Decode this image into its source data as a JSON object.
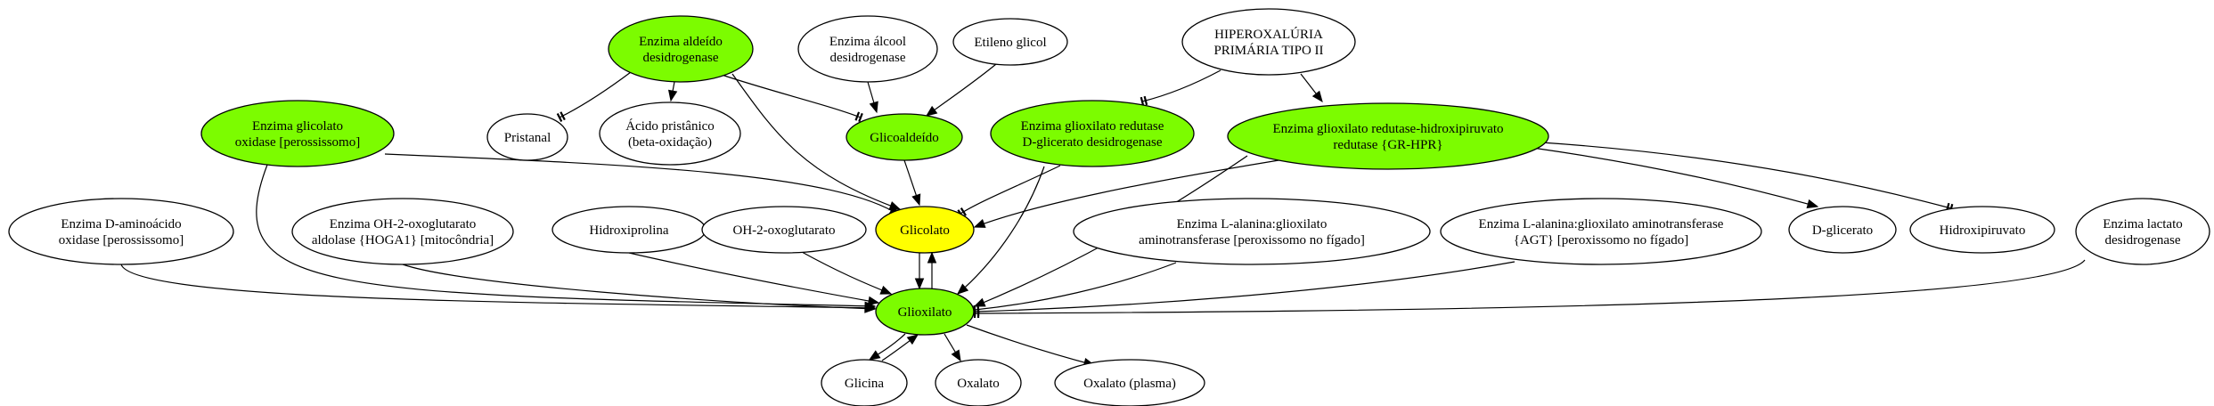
{
  "colors": {
    "highlight_green": "#7cfc00",
    "highlight_yellow": "#ffff00",
    "default_fill": "#ffffff",
    "stroke": "#000000"
  },
  "nodes": [
    {
      "id": "aldeido",
      "lines": [
        "Enzima aldeído",
        "desidrogenase"
      ],
      "fill": "green"
    },
    {
      "id": "alcool",
      "lines": [
        "Enzima álcool",
        "desidrogenase"
      ],
      "fill": "white"
    },
    {
      "id": "etileno",
      "lines": [
        "Etileno glicol"
      ],
      "fill": "white"
    },
    {
      "id": "hiperox",
      "lines": [
        "HIPEROXALÚRIA",
        "PRIMÁRIA TIPO II"
      ],
      "fill": "white"
    },
    {
      "id": "glicolato_oxidase",
      "lines": [
        "Enzima glicolato",
        "oxidase [perossissomo]"
      ],
      "fill": "green"
    },
    {
      "id": "pristanal",
      "lines": [
        "Pristanal"
      ],
      "fill": "white"
    },
    {
      "id": "pristanico",
      "lines": [
        "Ácido pristânico",
        "(beta-oxidação)"
      ],
      "fill": "white"
    },
    {
      "id": "glicoaldeido",
      "lines": [
        "Glicoaldeído"
      ],
      "fill": "green"
    },
    {
      "id": "gr_dgd",
      "lines": [
        "Enzima glioxilato redutase",
        "D-glicerato desidrogenase"
      ],
      "fill": "green"
    },
    {
      "id": "gr_hpr",
      "lines": [
        "Enzima glioxilato redutase-hidroxipiruvato",
        "redutase {GR-HPR}"
      ],
      "fill": "green"
    },
    {
      "id": "damino",
      "lines": [
        "Enzima D-aminoácido",
        "oxidase [perossissomo]"
      ],
      "fill": "white"
    },
    {
      "id": "hoga1",
      "lines": [
        "Enzima OH-2-oxoglutarato",
        "aldolase {HOGA1} [mitocôndria]"
      ],
      "fill": "white"
    },
    {
      "id": "hidroxiprolina",
      "lines": [
        "Hidroxiprolina"
      ],
      "fill": "white"
    },
    {
      "id": "oh2oxo",
      "lines": [
        "OH-2-oxoglutarato"
      ],
      "fill": "white"
    },
    {
      "id": "glicolato",
      "lines": [
        "Glicolato"
      ],
      "fill": "yellow"
    },
    {
      "id": "lalanina1",
      "lines": [
        "Enzima L-alanina:glioxilato",
        "aminotransferase [peroxissomo no fígado]"
      ],
      "fill": "white"
    },
    {
      "id": "agt",
      "lines": [
        "Enzima L-alanina:glioxilato aminotransferase",
        "{AGT} [peroxissomo no fígado]"
      ],
      "fill": "white"
    },
    {
      "id": "dglicerato",
      "lines": [
        "D-glicerato"
      ],
      "fill": "white"
    },
    {
      "id": "hidroxipiruvato",
      "lines": [
        "Hidroxipiruvato"
      ],
      "fill": "white"
    },
    {
      "id": "lactato",
      "lines": [
        "Enzima lactato",
        "desidrogenase"
      ],
      "fill": "white"
    },
    {
      "id": "glioxilato",
      "lines": [
        "Glioxilato"
      ],
      "fill": "green"
    },
    {
      "id": "glicina",
      "lines": [
        "Glicina"
      ],
      "fill": "white"
    },
    {
      "id": "oxalato",
      "lines": [
        "Oxalato"
      ],
      "fill": "white"
    },
    {
      "id": "oxalato_plasma",
      "lines": [
        "Oxalato (plasma)"
      ],
      "fill": "white"
    }
  ],
  "edges": [
    {
      "from": "aldeido",
      "to": "pristanal",
      "head": "tee"
    },
    {
      "from": "aldeido",
      "to": "pristanico",
      "head": "arrow"
    },
    {
      "from": "aldeido",
      "to": "glicoaldeido",
      "head": "tee"
    },
    {
      "from": "aldeido",
      "to": "glicolato",
      "head": "arrow"
    },
    {
      "from": "alcool",
      "to": "glicoaldeido",
      "head": "arrow"
    },
    {
      "from": "etileno",
      "to": "glicoaldeido",
      "head": "arrow"
    },
    {
      "from": "hiperox",
      "to": "gr_dgd",
      "head": "tee"
    },
    {
      "from": "hiperox",
      "to": "gr_hpr",
      "head": "arrow"
    },
    {
      "from": "glicolato_oxidase",
      "to": "glicolato",
      "head": "arrow"
    },
    {
      "from": "glicolato_oxidase",
      "to": "glioxilato",
      "head": "arrow"
    },
    {
      "from": "glicoaldeido",
      "to": "glicolato",
      "head": "arrow"
    },
    {
      "from": "gr_dgd",
      "to": "glicolato",
      "head": "tee"
    },
    {
      "from": "gr_dgd",
      "to": "glioxilato",
      "head": "arrow"
    },
    {
      "from": "gr_hpr",
      "to": "glicolato",
      "head": "arrow"
    },
    {
      "from": "gr_hpr",
      "to": "glioxilato",
      "head": "arrow"
    },
    {
      "from": "gr_hpr",
      "to": "dglicerato",
      "head": "arrow"
    },
    {
      "from": "gr_hpr",
      "to": "hidroxipiruvato",
      "head": "tee"
    },
    {
      "from": "damino",
      "to": "glioxilato",
      "head": "arrow"
    },
    {
      "from": "hoga1",
      "to": "glioxilato",
      "head": "arrow"
    },
    {
      "from": "hidroxiprolina",
      "to": "glioxilato",
      "head": "arrow"
    },
    {
      "from": "oh2oxo",
      "to": "glioxilato",
      "head": "arrow"
    },
    {
      "from": "glicolato",
      "to": "glioxilato",
      "head": "arrow"
    },
    {
      "from": "glioxilato",
      "to": "glicolato",
      "head": "arrow"
    },
    {
      "from": "lalanina1",
      "to": "glioxilato",
      "head": "tee"
    },
    {
      "from": "agt",
      "to": "glioxilato",
      "head": "tee"
    },
    {
      "from": "lactato",
      "to": "glioxilato",
      "head": "tee"
    },
    {
      "from": "glioxilato",
      "to": "glicina",
      "head": "arrow"
    },
    {
      "from": "glicina",
      "to": "glioxilato",
      "head": "arrow"
    },
    {
      "from": "glioxilato",
      "to": "oxalato",
      "head": "arrow"
    },
    {
      "from": "glioxilato",
      "to": "oxalato_plasma",
      "head": "arrow"
    }
  ]
}
